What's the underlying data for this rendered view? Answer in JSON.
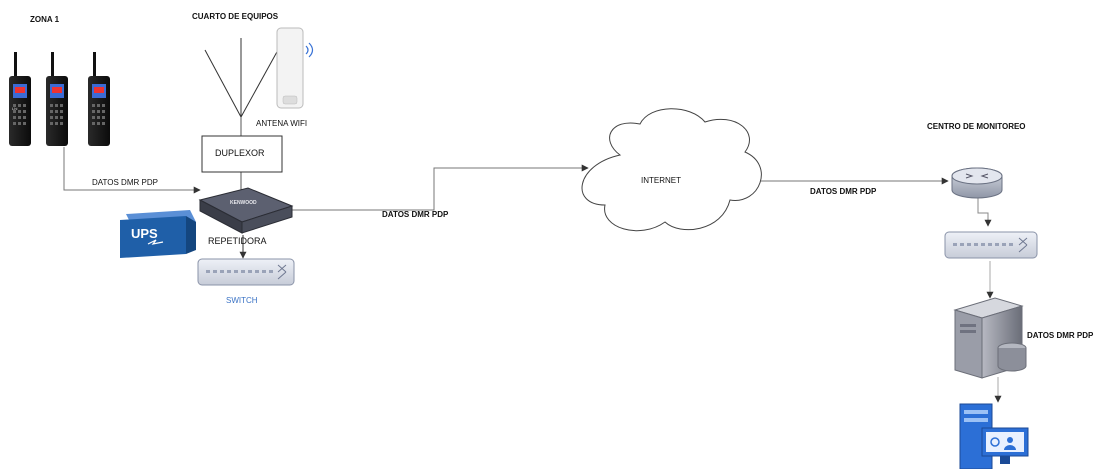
{
  "labels": {
    "zona": "ZONA 1",
    "cuarto": "CUARTO DE EQUIPOS",
    "antena": "ANTENA WIFI",
    "duplexor": "DUPLEXOR",
    "repetidora": "REPETIDORA",
    "switch": "SWITCH",
    "ups": "UPS",
    "internet": "INTERNET",
    "centro": "CENTRO DE MONITOREO",
    "radio_link": "DATOS DMR PDP",
    "repeater_link": "DATOS DMR PDP",
    "internet_link": "DATOS DMR PDP",
    "server_link": "DATOS DMR PDP",
    "radio_brand": "Lhi",
    "repeater_brand": "KENWOOD"
  },
  "colors": {
    "ups_fill": "#1f5fa8",
    "switch_label": "#3b73c5",
    "line": "#777777"
  }
}
